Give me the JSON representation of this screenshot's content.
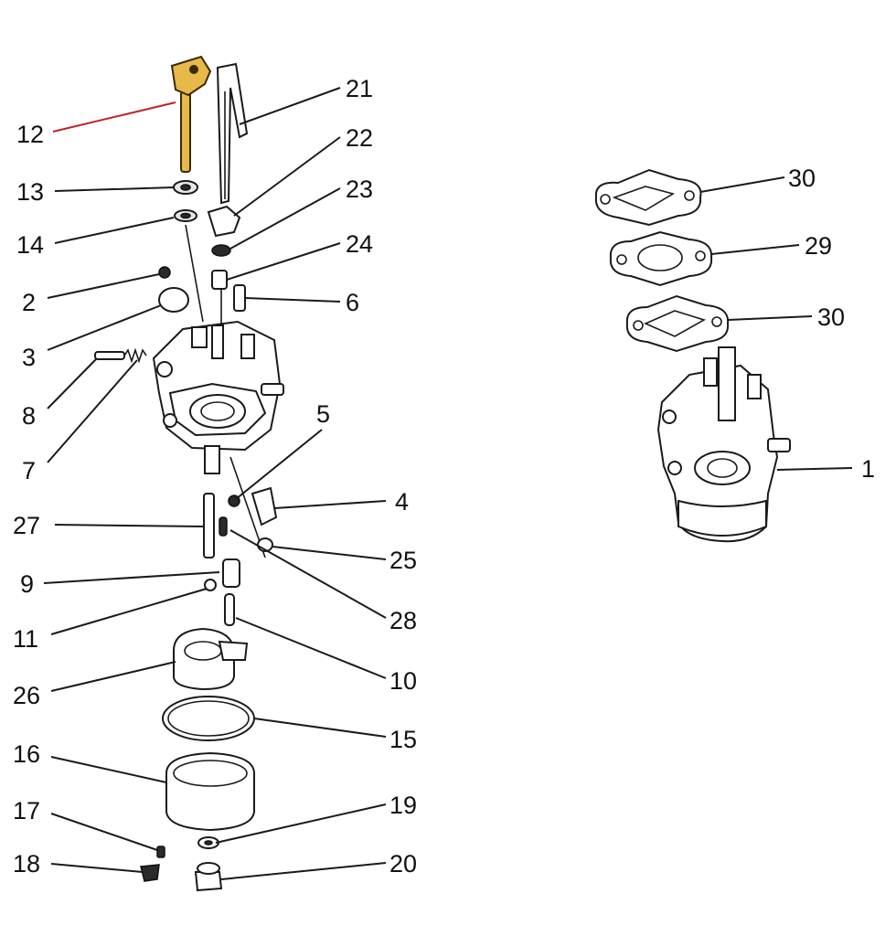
{
  "diagram": {
    "highlight_color": "#e7b84a",
    "highlight_leader_color": "#c0202a",
    "labels": {
      "p1": "1",
      "p2": "2",
      "p3": "3",
      "p4": "4",
      "p5": "5",
      "p6": "6",
      "p7": "7",
      "p8": "8",
      "p9": "9",
      "p10": "10",
      "p11": "11",
      "p12": "12",
      "p13": "13",
      "p14": "14",
      "p15": "15",
      "p16": "16",
      "p17": "17",
      "p18": "18",
      "p19": "19",
      "p20": "20",
      "p21": "21",
      "p22": "22",
      "p23": "23",
      "p24": "24",
      "p25": "25",
      "p26": "26",
      "p27": "27",
      "p28": "28",
      "p29": "29",
      "p30a": "30",
      "p30b": "30"
    },
    "highlighted_part": "12"
  }
}
